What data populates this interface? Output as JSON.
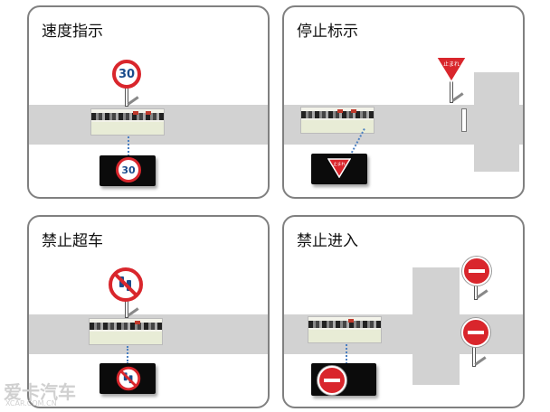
{
  "panels": {
    "speed": {
      "title": "速度指示",
      "sign_value": "30",
      "screen_value": "30"
    },
    "stop": {
      "title": "停止标示",
      "sign_text": "止まれ",
      "screen_text": "止まれ"
    },
    "no_overtaking": {
      "title": "禁止超车"
    },
    "no_entry": {
      "title": "禁止进入"
    }
  },
  "watermark": {
    "brand": "爱卡汽车",
    "url": "XCAR.COM.CN"
  },
  "colors": {
    "sign_red": "#d9262c",
    "digit_blue": "#1a4c8c",
    "road_gray": "#d2d2d2",
    "panel_border": "#808080"
  }
}
